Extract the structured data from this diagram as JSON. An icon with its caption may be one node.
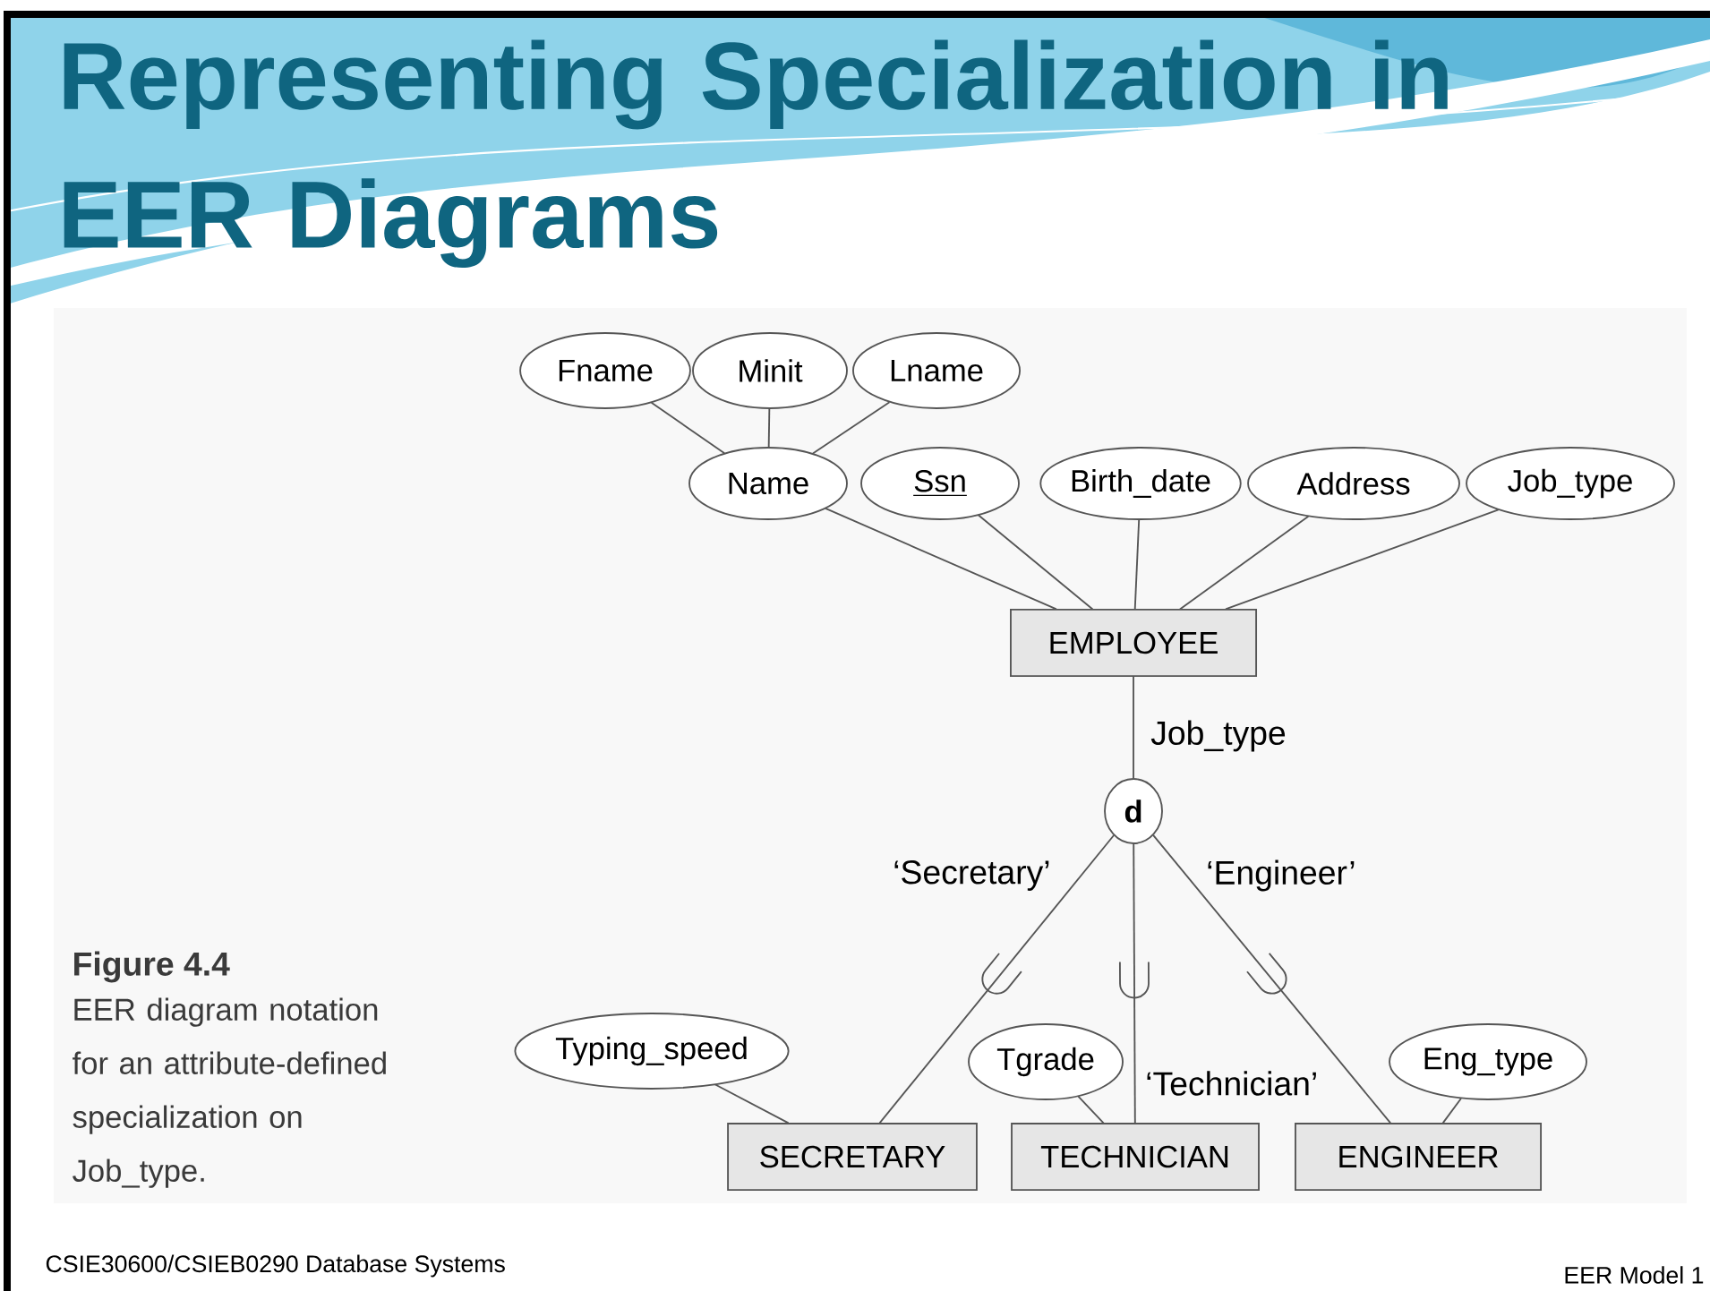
{
  "diagram": {
    "title": "Representing Specialization in EER Diagrams",
    "caption": "EER diagram notation for an attribute-defined specialization on Job_type.",
    "nodes": [
      {
        "text": [
          "Fname"
        ]
      },
      {
        "text": [
          "Minit"
        ]
      },
      {
        "text": [
          "Lname"
        ]
      },
      {
        "text": [
          "Name"
        ]
      },
      {
        "text": [
          "Ssn"
        ]
      },
      {
        "text": [
          "Birth_date"
        ]
      },
      {
        "text": [
          "Address"
        ]
      },
      {
        "text": [
          "Job_type"
        ]
      },
      {
        "text": [
          "EMPLOYEE"
        ]
      },
      {
        "text": [
          "d"
        ]
      },
      {
        "text": [
          "Typing_speed"
        ]
      },
      {
        "text": [
          "Tgrade"
        ]
      },
      {
        "text": [
          "Eng_type"
        ]
      },
      {
        "text": [
          "SECRETARY"
        ]
      },
      {
        "text": [
          "TECHNICIAN"
        ]
      },
      {
        "text": [
          "ENGINEER"
        ]
      }
    ],
    "edges": [
      {
        "from": 0,
        "to": 3,
        "arrow": "none"
      },
      {
        "from": 1,
        "to": 3,
        "arrow": "none"
      },
      {
        "from": 2,
        "to": 3,
        "arrow": "none"
      },
      {
        "from": 3,
        "to": 8,
        "arrow": "none"
      },
      {
        "from": 4,
        "to": 8,
        "arrow": "none"
      },
      {
        "from": 5,
        "to": 8,
        "arrow": "none"
      },
      {
        "from": 6,
        "to": 8,
        "arrow": "none"
      },
      {
        "from": 7,
        "to": 8,
        "arrow": "none"
      },
      {
        "from": 8,
        "to": 9,
        "arrow": "none",
        "label": "Job_type"
      },
      {
        "from": 9,
        "to": 13,
        "arrow": "none",
        "label": "‘Secretary’"
      },
      {
        "from": 9,
        "to": 14,
        "arrow": "none",
        "label": "‘Technician’"
      },
      {
        "from": 9,
        "to": 15,
        "arrow": "none",
        "label": "‘Engineer’"
      },
      {
        "from": 10,
        "to": 13,
        "arrow": "none"
      },
      {
        "from": 11,
        "to": 14,
        "arrow": "none"
      },
      {
        "from": 12,
        "to": 15,
        "arrow": "none"
      }
    ],
    "labels": [
      "Figure 4.4",
      "CSIE30600/CSIEB0290 Database Systems",
      "EER Model 1"
    ]
  }
}
